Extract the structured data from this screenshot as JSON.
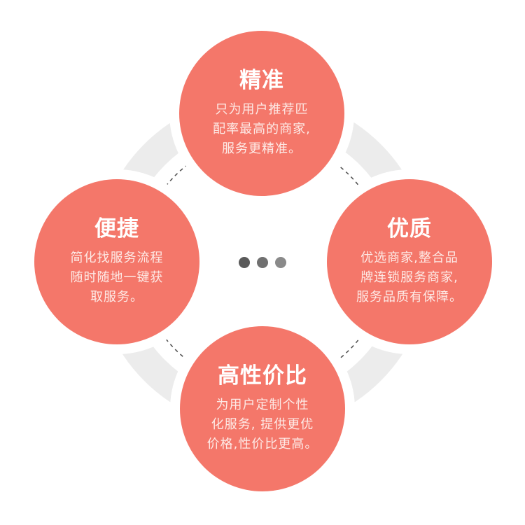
{
  "colors": {
    "circle": "#f4776a",
    "ring": "#ececec",
    "dash": "#555555",
    "title_text": "#ffffff",
    "body_text": "#fdeae6",
    "dots": [
      "#5a5a5a",
      "#707070",
      "#8a8a8a"
    ]
  },
  "center_icon": "ellipsis-dots",
  "nodes": [
    {
      "id": "top",
      "title": "精准",
      "lines": [
        "只为用户推荐匹",
        "配率最高的商家,",
        "服务更精准。"
      ]
    },
    {
      "id": "left",
      "title": "便捷",
      "lines": [
        "简化找服务流程",
        "随时随地一键获",
        "取服务。"
      ]
    },
    {
      "id": "right",
      "title": "优质",
      "lines": [
        "优选商家,整合品",
        "牌连锁服务商家,",
        "服务品质有保障。"
      ]
    },
    {
      "id": "bottom",
      "title": "高性价比",
      "lines": [
        "为用户定制个性",
        "化服务, 提供更优",
        "价格,性价比更高。"
      ]
    }
  ]
}
